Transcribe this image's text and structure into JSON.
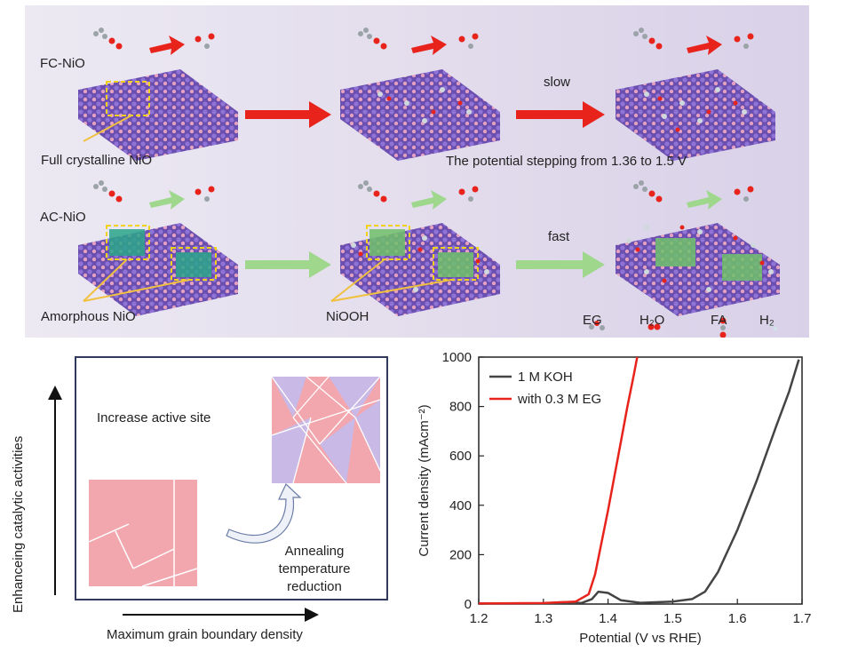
{
  "top": {
    "fc_label": "FC-NiO",
    "ac_label": "AC-NiO",
    "full_crystalline_label": "Full crystalline NiO",
    "amorphous_label": "Amorphous NiO",
    "niooh_label": "NiOOH",
    "slow_label": "slow",
    "fast_label": "fast",
    "stepping_label": "The potential stepping from 1.36 to 1.5 V",
    "legend": {
      "eg": "EG",
      "h2o": "H₂O",
      "fa": "FA",
      "h2": "H₂"
    },
    "colors": {
      "slow_arrow": "#e8231c",
      "fast_arrow": "#8fd07a",
      "lattice": "#7c5cc4",
      "amorphous": "#2aa58a"
    }
  },
  "bottom_left": {
    "y_axis_label": "Enhanceing catalytic activities",
    "x_axis_label": "Maximum grain boundary density",
    "increase_label": "Increase active site",
    "annealing_line1": "Annealing",
    "annealing_line2": "temperature",
    "annealing_line3": "reduction"
  },
  "chart_data": {
    "type": "line",
    "xlabel": "Potential (V vs RHE)",
    "ylabel": "Current density (mAcm⁻²)",
    "xlim": [
      1.2,
      1.7
    ],
    "ylim": [
      0,
      1000
    ],
    "xticks": [
      "1.2",
      "1.3",
      "1.4",
      "1.5",
      "1.6",
      "1.7"
    ],
    "yticks": [
      "0",
      "200",
      "400",
      "600",
      "800",
      "1000"
    ],
    "legend_position": "top-left",
    "series": [
      {
        "name": "1 M KOH",
        "color": "#444444",
        "x": [
          1.2,
          1.3,
          1.36,
          1.375,
          1.385,
          1.4,
          1.42,
          1.45,
          1.5,
          1.53,
          1.55,
          1.57,
          1.6,
          1.63,
          1.66,
          1.68,
          1.695
        ],
        "y": [
          2,
          3,
          5,
          20,
          50,
          45,
          15,
          5,
          10,
          20,
          50,
          130,
          300,
          500,
          720,
          860,
          990
        ]
      },
      {
        "name": "with 0.3 M EG",
        "color": "#e8231c",
        "x": [
          1.2,
          1.3,
          1.35,
          1.37,
          1.38,
          1.39,
          1.4,
          1.41,
          1.42,
          1.43,
          1.44,
          1.445
        ],
        "y": [
          2,
          4,
          10,
          40,
          120,
          250,
          380,
          520,
          660,
          800,
          930,
          1000
        ]
      }
    ]
  }
}
